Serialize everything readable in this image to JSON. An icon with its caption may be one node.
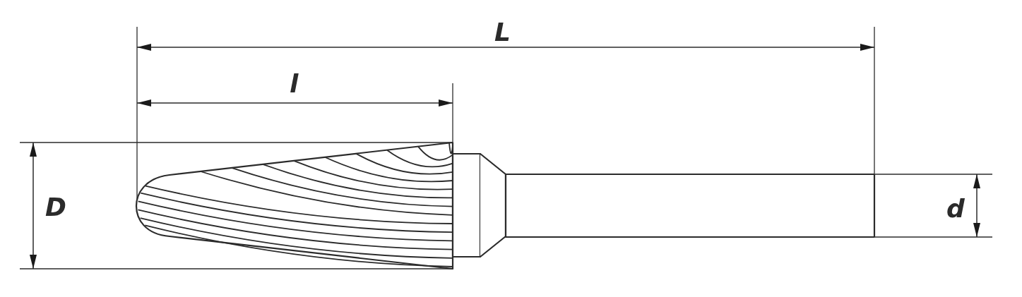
{
  "diagram": {
    "labels": [
      "L",
      "l",
      "D",
      "d"
    ]
  }
}
